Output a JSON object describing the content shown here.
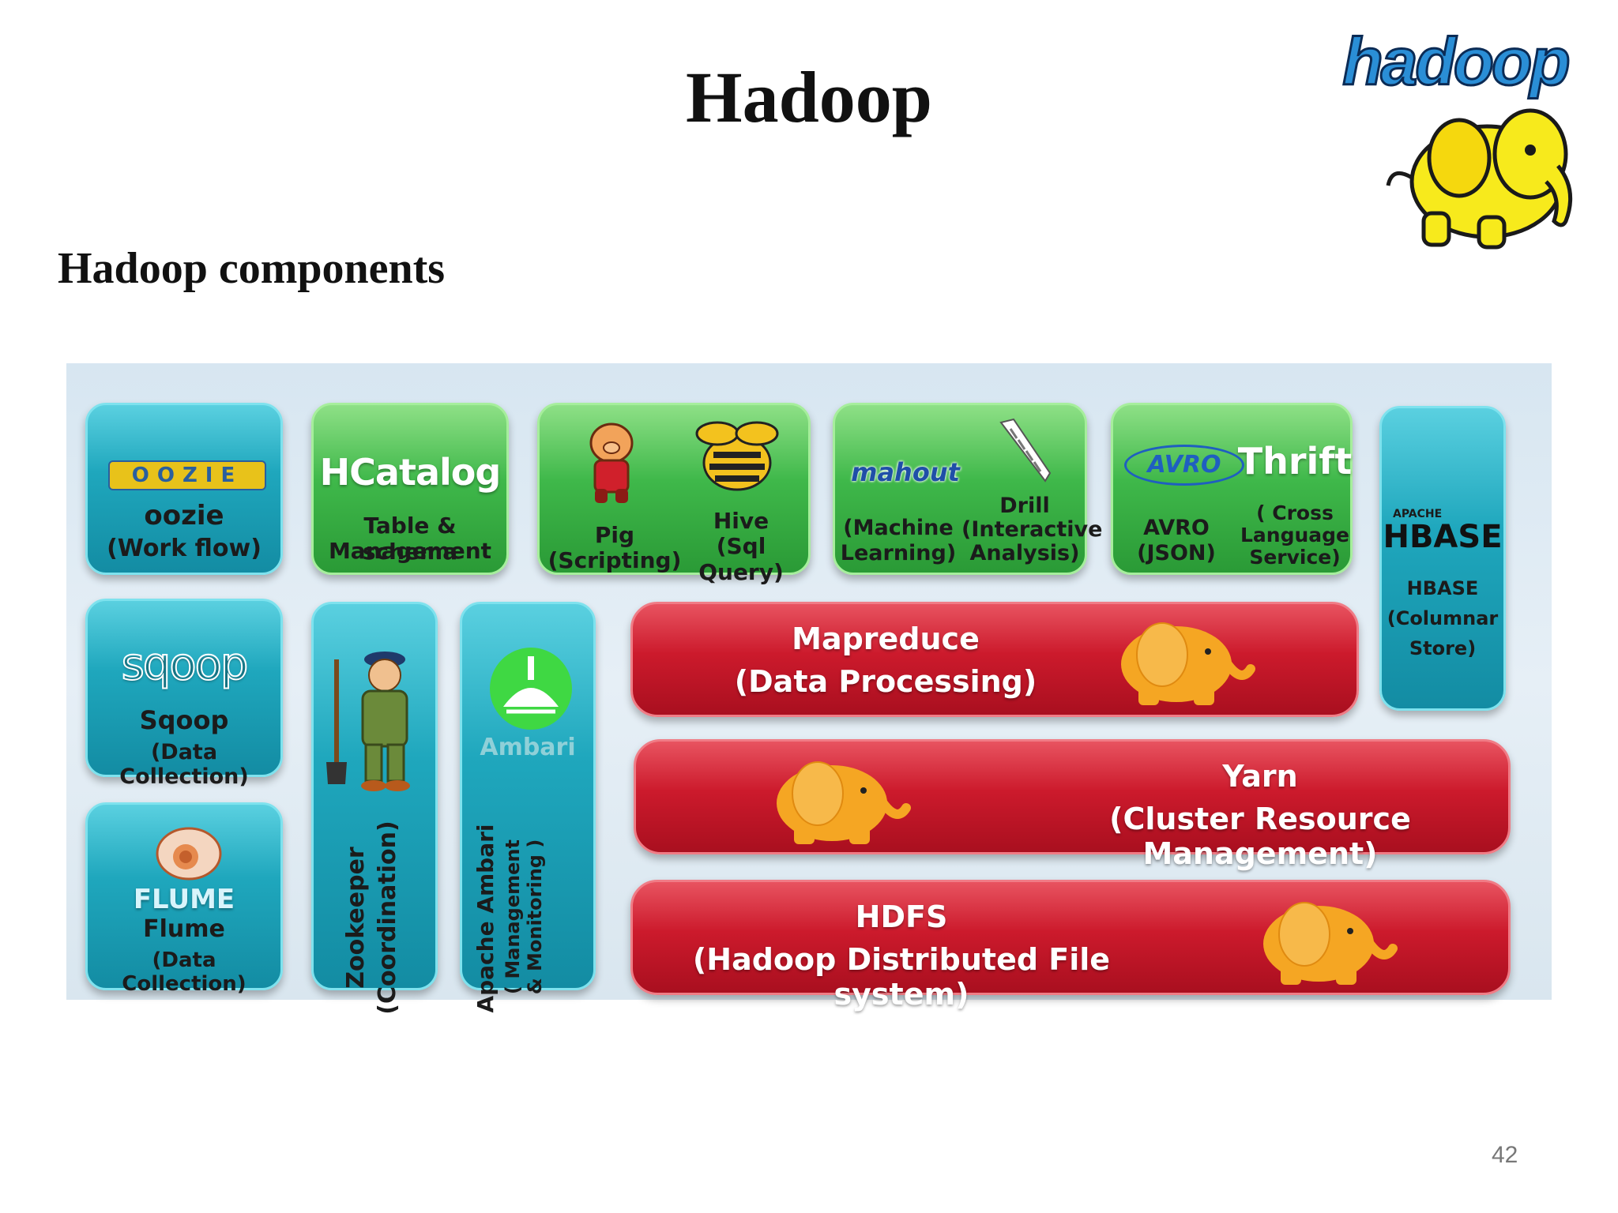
{
  "slide": {
    "title": "Hadoop",
    "subtitle": "Hadoop  components",
    "page_number": "42"
  },
  "logo": {
    "text": "hadoop"
  },
  "components": {
    "oozie": {
      "logo_text": "OOZIE",
      "name": "oozie",
      "desc": "(Work flow)"
    },
    "hcatalog": {
      "logo_text": "HCatalog",
      "line1": "Table & schema",
      "line2": "Management"
    },
    "pig": {
      "name": "Pig",
      "desc": "(Scripting)"
    },
    "hive": {
      "name": "Hive",
      "desc": "(Sql Query)"
    },
    "mahout": {
      "logo_text": "mahout",
      "line1": "(Machine",
      "line2": "Learning)"
    },
    "drill": {
      "name": "Drill",
      "line1": "(Interactive",
      "line2": "Analysis)"
    },
    "avro": {
      "logo_text": "AVRO",
      "name": "AVRO",
      "desc": "(JSON)"
    },
    "thrift": {
      "logo_text": "Thrift",
      "line1": "( Cross",
      "line2": "Language",
      "line3": "Service)"
    },
    "hbase": {
      "logo_small": "APACHE",
      "logo_text": "HBASE",
      "name": "HBASE",
      "line1": "(Columnar",
      "line2": "Store)"
    },
    "sqoop": {
      "logo_text": "sqoop",
      "name": "Sqoop",
      "desc": "(Data Collection)"
    },
    "zookeeper": {
      "name": "Zookeeper",
      "desc": "(Coordination)"
    },
    "ambari": {
      "logo_text": "Ambari",
      "name": "Apache Ambari",
      "line1": "( Management",
      "line2": "& Monitoring )"
    },
    "flume": {
      "logo_text": "FLUME",
      "name": "Flume",
      "desc": "(Data Collection)"
    },
    "mapreduce": {
      "name": "Mapreduce",
      "desc": "(Data Processing)"
    },
    "yarn": {
      "name": "Yarn",
      "desc": "(Cluster Resource Management)"
    },
    "hdfs": {
      "name": "HDFS",
      "desc": "(Hadoop Distributed File system)"
    }
  },
  "colors": {
    "teal": "#1fa7bd",
    "green": "#3fb84a",
    "red": "#cc1a2c",
    "elephant": "#f5a623"
  }
}
